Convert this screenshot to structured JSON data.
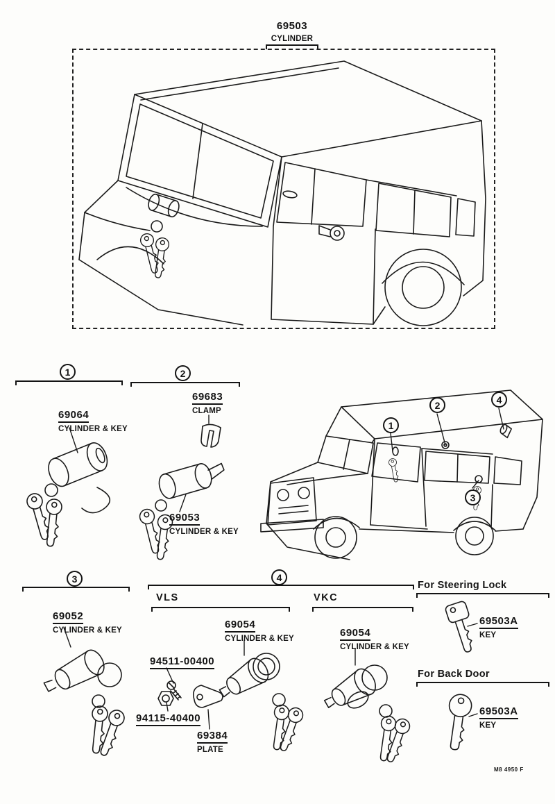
{
  "doc": {
    "footer_code": "M8 4950 F"
  },
  "main_assembly": {
    "part_number": "69503",
    "part_name": "CYLINDER"
  },
  "badges": {
    "b1": "1",
    "b2": "2",
    "b3": "3",
    "b4": "4"
  },
  "parts": {
    "p69064": {
      "number": "69064",
      "name": "CYLINDER & KEY"
    },
    "p69683": {
      "number": "69683",
      "name": "CLAMP"
    },
    "p69053": {
      "number": "69053",
      "name": "CYLINDER & KEY"
    },
    "p69052": {
      "number": "69052",
      "name": "CYLINDER & KEY"
    },
    "p69054_vls": {
      "number": "69054",
      "name": "CYLINDER & KEY"
    },
    "p69054_vkc": {
      "number": "69054",
      "name": "CYLINDER & KEY"
    },
    "p94511": {
      "number": "94511-00400"
    },
    "p94115": {
      "number": "94115-40400"
    },
    "p69384": {
      "number": "69384",
      "name": "PLATE"
    },
    "p69503a_steering": {
      "number": "69503A",
      "name": "KEY"
    },
    "p69503a_backdoor": {
      "number": "69503A",
      "name": "KEY"
    }
  },
  "variants": {
    "vls": "VLS",
    "vkc": "VKC"
  },
  "headings": {
    "steering": "For Steering Lock",
    "back_door": "For Back Door"
  }
}
